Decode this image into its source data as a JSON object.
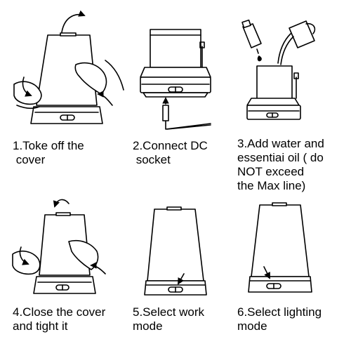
{
  "colors": {
    "ink": "#000000",
    "background": "#ffffff"
  },
  "steps": [
    {
      "caption": "1.Toke off the\n cover"
    },
    {
      "caption": "2.Connect DC\n socket"
    },
    {
      "caption": "3.Add water and\nessentiai oil ( do\nNOT exceed\nthe Max line)"
    },
    {
      "caption": "4.Close the cover\nand tight it"
    },
    {
      "caption": "5.Select work\nmode"
    },
    {
      "caption": "6.Select lighting\nmode"
    }
  ]
}
